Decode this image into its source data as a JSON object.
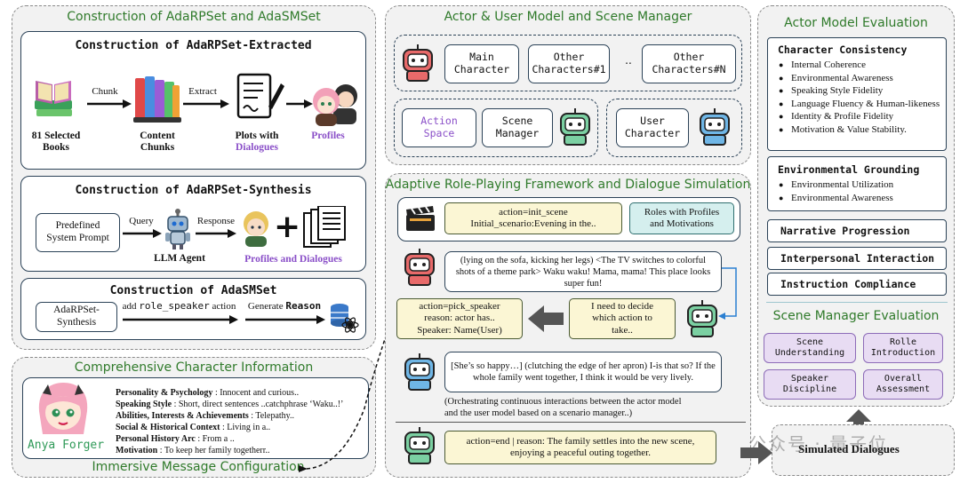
{
  "colors": {
    "panel_title": "#2f7a2a",
    "purple": "#8a4fc8",
    "box_border": "#2b4257",
    "yellow": "#fbf6d4",
    "teal": "#d5efee",
    "lavender": "#e8dcf3",
    "arrow_gray": "#555555",
    "link_blue": "#2b7fd1"
  },
  "left": {
    "title": "Construction of AdaRPSet and AdaSMSet",
    "extracted": {
      "title": "Construction of AdaRPSet-Extracted",
      "books_label": "81 Selected\nBooks",
      "chunk_label": "Chunk",
      "chunks_label": "Content\nChunks",
      "extract_label": "Extract",
      "plots_label": "Plots with",
      "plots_label2": "Dialogues",
      "profiles_label": "Profiles"
    },
    "synthesis": {
      "title": "Construction of AdaRPSet-Synthesis",
      "prompt_box": "Predefined\nSystem Prompt",
      "query_label": "Query",
      "agent_label": "LLM Agent",
      "response_label": "Response",
      "output_label": "Profiles and Dialogues"
    },
    "smset": {
      "title": "Construction of AdaSMSet",
      "source_box": "AdaRPSet-\nSynthesis",
      "add_pre": "add ",
      "add_code": "role_speaker",
      "add_post": " action",
      "gen_pre": "Generate ",
      "gen_bold": "Reason"
    }
  },
  "character": {
    "title": "Comprehensive Character Information",
    "name": "Anya Forger",
    "rows": [
      {
        "k": "Personality & Psychology",
        "v": " : Innocent and curious.."
      },
      {
        "k": "Speaking Style",
        "v": " : Short, direct sentences ..catchphrase ‘Waku..!’"
      },
      {
        "k": "Abilities, Interests & Achievements",
        "v": " : Telepathy.."
      },
      {
        "k": "Social & Historical Context",
        "v": " : Living in a.."
      },
      {
        "k": "Personal History Arc",
        "v": " : From a .."
      },
      {
        "k": "Motivation",
        "v": " : To keep her family togetherr.."
      }
    ],
    "footer": "Immersive Message Configuration"
  },
  "actor_user": {
    "title": "Actor & User Model and Scene Manager",
    "main": "Main\nCharacter",
    "other1": "Other\nCharacters#1",
    "dots": "..",
    "otherN": "Other\nCharacters#N",
    "action_space": "Action\nSpace",
    "scene_manager": "Scene\nManager",
    "user_character": "User\nCharacter"
  },
  "framework": {
    "title": "Adaptive Role-Playing Framework  and Dialogue Simulation",
    "init_action": "action=init_scene\nInitial_scenario:Evening in the..",
    "roles": "Roles with Profiles\nand Motivations",
    "bubble1": "(lying on the sofa, kicking her legs) <The TV switches to colorful shots of a theme park> Waku waku! Mama, mama! This place looks super fun!",
    "decide": "I need to decide\nwhich action to\ntake..",
    "pick": "action=pick_speaker\nreason: actor has..\nSpeaker: Name(User)",
    "bubble2": "[She’s so happy…] (clutching the edge of her apron) I-is that so? If the whole family went together, I think it would be very lively.",
    "orchestrate": "(Orchestrating continuous interactions between the actor model\nand the user model based on a scenario manager..)",
    "end": "action=end | reason: The family settles into the new scene,\nenjoying a peaceful outing together.",
    "simulated": "Simulated Dialogues",
    "watermark": "公众号 · 量子位"
  },
  "evaluation": {
    "title": "Actor Model Evaluation",
    "consistency_title": "Character Consistency",
    "consistency_items": [
      "Internal Coherence",
      "Environmental Awareness",
      "Speaking Style Fidelity",
      "Language Fluency & Human-likeness",
      "Identity & Profile Fidelity",
      "Motivation & Value Stability."
    ],
    "grounding_title": "Environmental Grounding",
    "grounding_items": [
      "Environmental Utilization",
      "Environmental Awareness"
    ],
    "metrics": [
      "Narrative Progression",
      "Interpersonal Interaction",
      "Instruction Compliance"
    ],
    "scene_title": "Scene Manager Evaluation",
    "scene_items": [
      "Scene\nUnderstanding",
      "Rolle\nIntroduction",
      "Speaker\nDiscipline",
      "Overall\nAssessment"
    ]
  }
}
